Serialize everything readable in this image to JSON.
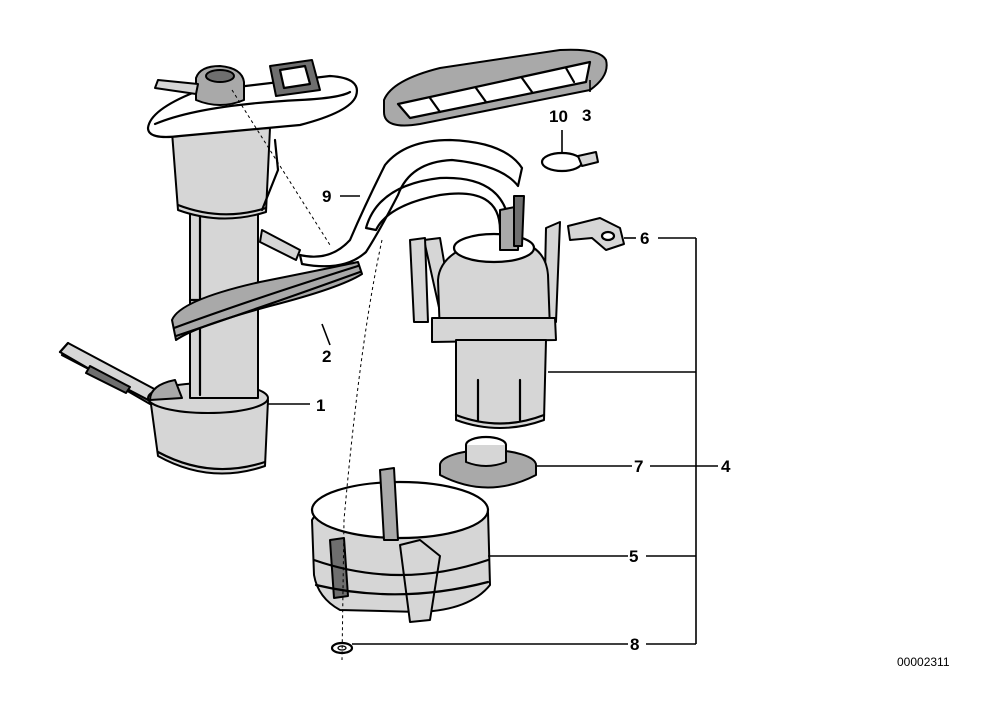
{
  "labels": {
    "p1": "1",
    "p2": "2",
    "p3": "3",
    "p4": "4",
    "p5": "5",
    "p6": "6",
    "p7": "7",
    "p8": "8",
    "p9": "9",
    "p10": "10"
  },
  "reference_number": "00002311"
}
